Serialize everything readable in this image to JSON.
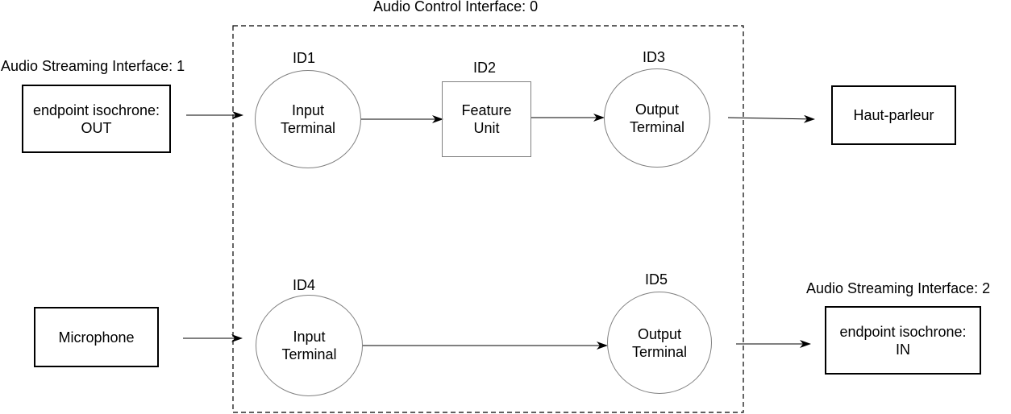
{
  "control_interface": {
    "title": "Audio Control Interface: 0"
  },
  "streaming_in": {
    "title": "Audio Streaming Interface: 1",
    "box_line1": "endpoint isochrone:",
    "box_line2": "OUT"
  },
  "streaming_out": {
    "title": "Audio Streaming Interface: 2",
    "box_line1": "endpoint isochrone:",
    "box_line2": "IN"
  },
  "devices": {
    "speaker": "Haut-parleur",
    "microphone": "Microphone"
  },
  "units": {
    "id1": {
      "id": "ID1",
      "line1": "Input",
      "line2": "Terminal"
    },
    "id2": {
      "id": "ID2",
      "line1": "Feature",
      "line2": "Unit"
    },
    "id3": {
      "id": "ID3",
      "line1": "Output",
      "line2": "Terminal"
    },
    "id4": {
      "id": "ID4",
      "line1": "Input",
      "line2": "Terminal"
    },
    "id5": {
      "id": "ID5",
      "line1": "Output",
      "line2": "Terminal"
    }
  }
}
